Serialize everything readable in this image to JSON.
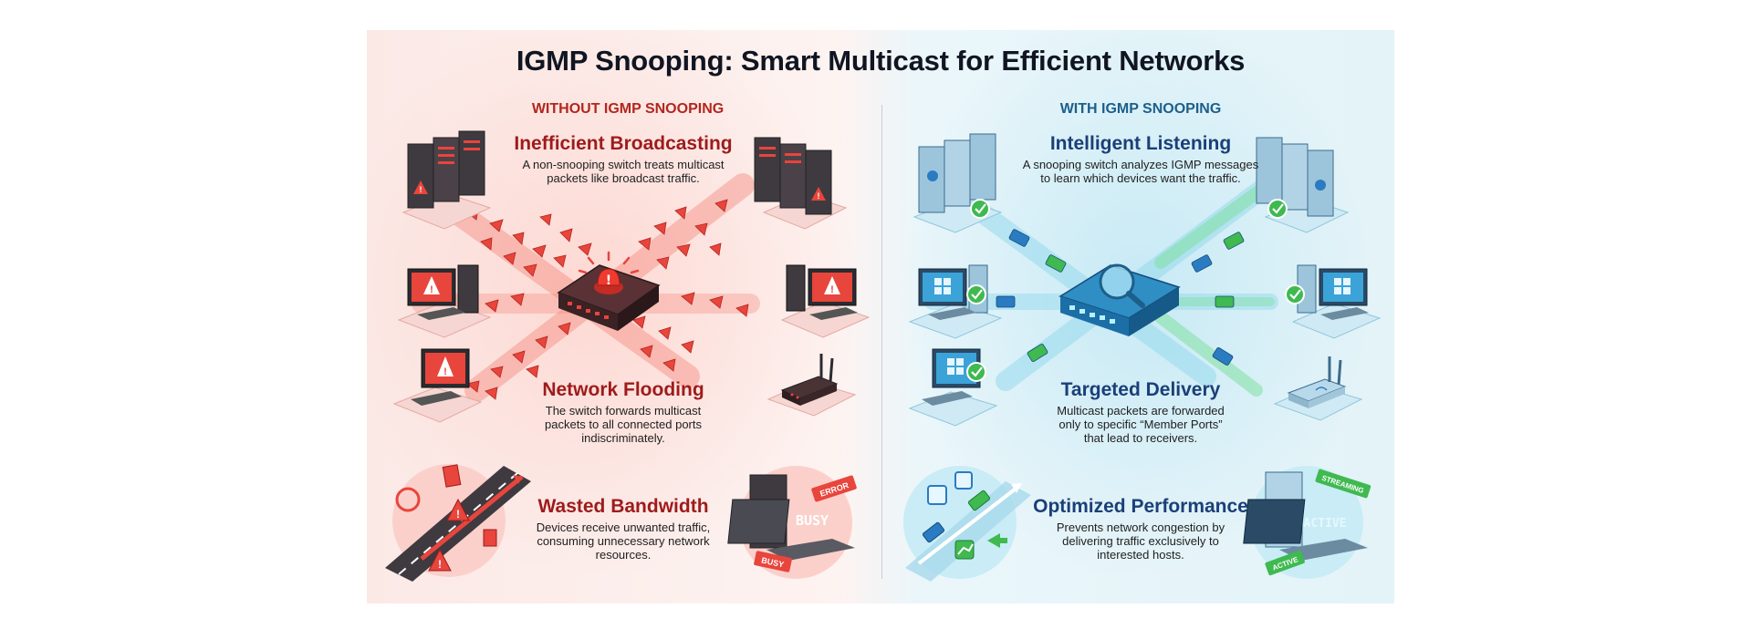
{
  "title": "IGMP Snooping: Smart Multicast for Efficient Networks",
  "left": {
    "header": "WITHOUT IGMP SNOOPING",
    "sections": [
      {
        "heading": "Inefficient Broadcasting",
        "body": "A non-snooping switch treats multicast\npackets like broadcast traffic."
      },
      {
        "heading": "Network Flooding",
        "body": "The switch forwards multicast\npackets to all connected ports\nindiscriminately."
      },
      {
        "heading": "Wasted Bandwidth",
        "body": "Devices receive unwanted traffic,\nconsuming unnecessary network\nresources."
      }
    ],
    "badges": [
      "ERROR",
      "BUSY",
      "BUSY"
    ]
  },
  "right": {
    "header": "WITH IGMP SNOOPING",
    "sections": [
      {
        "heading": "Intelligent Listening",
        "body": "A snooping switch analyzes IGMP messages\nto learn which devices want the traffic."
      },
      {
        "heading": "Targeted Delivery",
        "body": "Multicast packets are forwarded\nonly to specific “Member Ports”\nthat lead to receivers."
      },
      {
        "heading": "Optimized Performance",
        "body": "Prevents network congestion by\ndelivering traffic exclusively to\ninterested hosts."
      }
    ],
    "badges": [
      "STREAMING",
      "ACTIVE",
      "ACTIVE"
    ]
  },
  "colors": {
    "red_accent": "#e8453c",
    "dark_red": "#9e1b1b",
    "blue_accent": "#1b3f78",
    "teal": "#2ea3c7",
    "green": "#3fb950"
  }
}
